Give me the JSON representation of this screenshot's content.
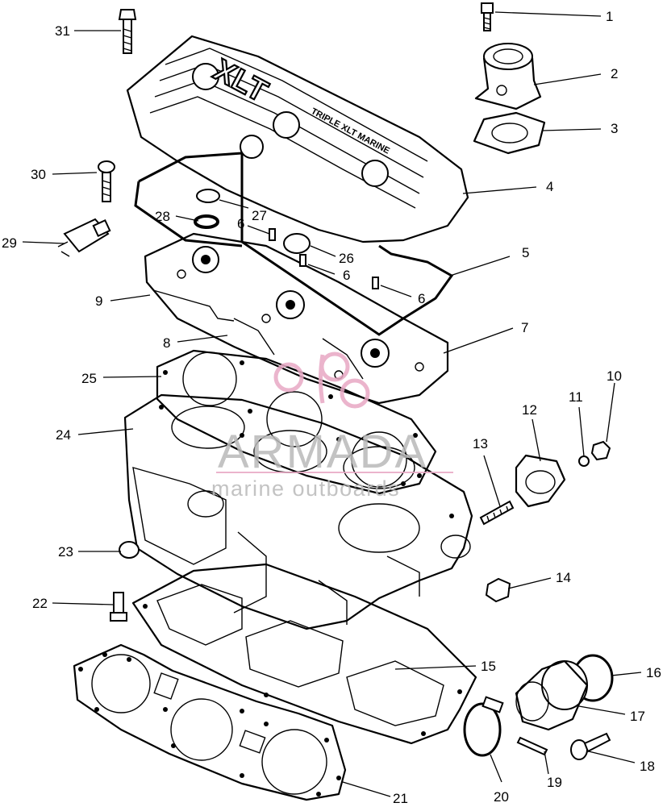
{
  "diagram": {
    "callouts": [
      {
        "id": "c31",
        "label": "31"
      },
      {
        "id": "c1",
        "label": "1"
      },
      {
        "id": "c2",
        "label": "2"
      },
      {
        "id": "c3",
        "label": "3"
      },
      {
        "id": "c4",
        "label": "4"
      },
      {
        "id": "c30",
        "label": "30"
      },
      {
        "id": "c28",
        "label": "28"
      },
      {
        "id": "c27",
        "label": "27"
      },
      {
        "id": "c6a",
        "label": "6"
      },
      {
        "id": "c29",
        "label": "29"
      },
      {
        "id": "c26",
        "label": "26"
      },
      {
        "id": "c5",
        "label": "5"
      },
      {
        "id": "c6b",
        "label": "6"
      },
      {
        "id": "c9",
        "label": "9"
      },
      {
        "id": "c6c",
        "label": "6"
      },
      {
        "id": "c7",
        "label": "7"
      },
      {
        "id": "c8",
        "label": "8"
      },
      {
        "id": "c10",
        "label": "10"
      },
      {
        "id": "c25",
        "label": "25"
      },
      {
        "id": "c11",
        "label": "11"
      },
      {
        "id": "c12",
        "label": "12"
      },
      {
        "id": "c24",
        "label": "24"
      },
      {
        "id": "c13",
        "label": "13"
      },
      {
        "id": "c23",
        "label": "23"
      },
      {
        "id": "c14",
        "label": "14"
      },
      {
        "id": "c22",
        "label": "22"
      },
      {
        "id": "c15",
        "label": "15"
      },
      {
        "id": "c16",
        "label": "16"
      },
      {
        "id": "c17",
        "label": "17"
      },
      {
        "id": "c18",
        "label": "18"
      },
      {
        "id": "c19",
        "label": "19"
      },
      {
        "id": "c20",
        "label": "20"
      },
      {
        "id": "c21",
        "label": "21"
      }
    ],
    "cover_text": {
      "model": "XLT",
      "side": "TRIPLE XLT MARINE"
    }
  },
  "watermark": {
    "brand": "ARMADA",
    "tagline": "marine outboards",
    "color": "#e8a8c4"
  }
}
